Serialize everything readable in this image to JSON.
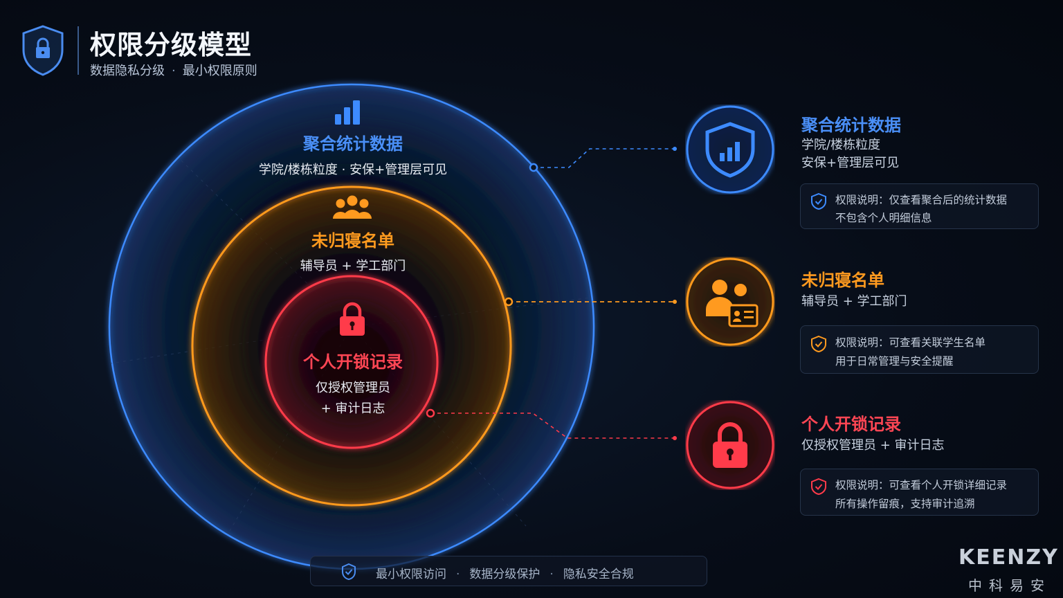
{
  "header": {
    "title": "权限分级模型",
    "subtitle_part1": "数据隐私分级",
    "subtitle_sep": "·",
    "subtitle_part2": "最小权限原则"
  },
  "colors": {
    "blue": "#3d8bff",
    "orange": "#ff9a1f",
    "red": "#ff3b4a",
    "background": "#070d18"
  },
  "rings": {
    "outer": {
      "title": "聚合统计数据",
      "subtitle": "学院/楼栋粒度 · 安保+管理层可见",
      "icon": "bar-chart-icon"
    },
    "middle": {
      "title": "未归寝名单",
      "subtitle": "辅导员 + 学工部门",
      "icon": "people-group-icon"
    },
    "inner": {
      "title": "个人开锁记录",
      "subtitle_line1": "仅授权管理员",
      "subtitle_line2": "+ 审计日志",
      "icon": "lock-icon"
    }
  },
  "tiers": [
    {
      "title": "聚合统计数据",
      "sub_line1": "学院/楼栋粒度",
      "sub_line2": "安保+管理层可见",
      "note_line1": "权限说明：仅查看聚合后的统计数据",
      "note_line2": "不包含个人明细信息",
      "icon": "shield-chart-icon"
    },
    {
      "title": "未归寝名单",
      "sub_line1": "辅导员 + 学工部门",
      "note_line1": "权限说明：可查看关联学生名单",
      "note_line2": "用于日常管理与安全提醒",
      "icon": "user-id-card-icon"
    },
    {
      "title": "个人开锁记录",
      "sub_line1": "仅授权管理员 + 审计日志",
      "note_line1": "权限说明：可查看个人开锁详细记录",
      "note_line2": "所有操作留痕，支持审计追溯",
      "icon": "padlock-icon"
    }
  ],
  "footer": {
    "item1": "最小权限访问",
    "item2": "数据分级保护",
    "item3": "隐私安全合规",
    "sep": "·"
  },
  "brand": {
    "name_en": "KEENZY",
    "name_cn": "中科易安"
  }
}
